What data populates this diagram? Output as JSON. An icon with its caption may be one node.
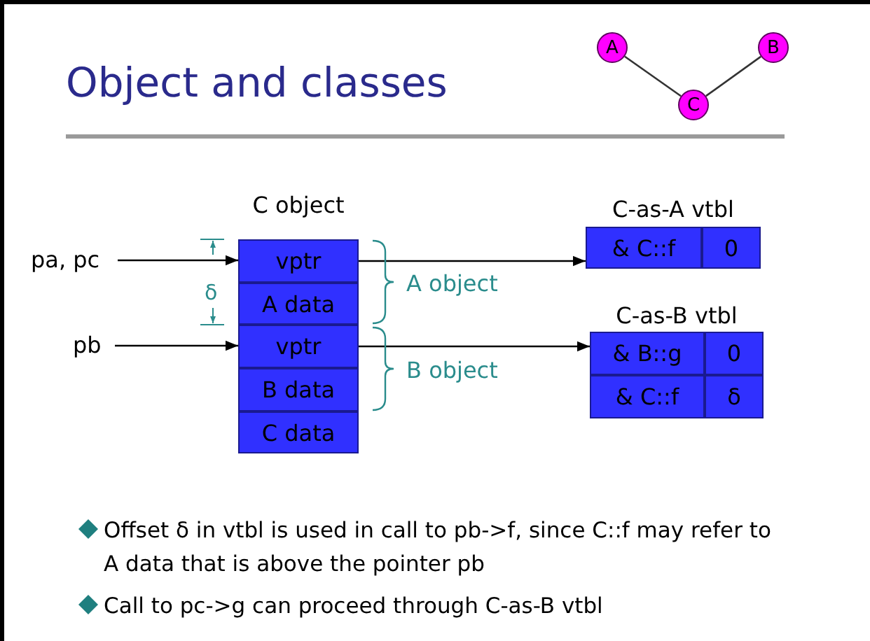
{
  "diagram": {
    "title": "Object and classes",
    "nodes": [
      {
        "text": [
          "pa, pc"
        ]
      },
      {
        "text": [
          "pb"
        ]
      },
      {
        "text": [
          "C object"
        ]
      },
      {
        "text": [
          "vptr"
        ],
        "in": 2
      },
      {
        "text": [
          "A data"
        ],
        "in": 2
      },
      {
        "text": [
          "vptr"
        ],
        "in": 2
      },
      {
        "text": [
          "B data"
        ],
        "in": 2
      },
      {
        "text": [
          "C data"
        ],
        "in": 2
      },
      {
        "text": [
          "C-as-A vtbl"
        ]
      },
      {
        "text": [
          "& C::f"
        ],
        "in": 8
      },
      {
        "text": [
          "0"
        ],
        "in": 8
      },
      {
        "text": [
          "C-as-B vtbl"
        ]
      },
      {
        "text": [
          "& B::g"
        ],
        "in": 11
      },
      {
        "text": [
          "0"
        ],
        "in": 11
      },
      {
        "text": [
          "& C::f"
        ],
        "in": 11
      },
      {
        "text": [
          "δ"
        ],
        "in": 11
      },
      {
        "text": [
          "A"
        ]
      },
      {
        "text": [
          "B"
        ]
      },
      {
        "text": [
          "C"
        ]
      }
    ],
    "edges": [
      {
        "from": 0,
        "to": 3,
        "arrow": "to"
      },
      {
        "from": 1,
        "to": 5,
        "arrow": "to"
      },
      {
        "from": 3,
        "to": 9,
        "arrow": "to"
      },
      {
        "from": 5,
        "to": 12,
        "arrow": "to"
      },
      {
        "from": 16,
        "to": 18,
        "arrow": "none"
      },
      {
        "from": 17,
        "to": 18,
        "arrow": "none"
      }
    ],
    "labels": [
      "δ",
      "A object",
      "B object",
      "Offset δ in vtbl is used in call to pb->f, since C::f may refer to A data that is above the pointer pb",
      "Call to pc->g can proceed through C-as-B vtbl"
    ]
  }
}
